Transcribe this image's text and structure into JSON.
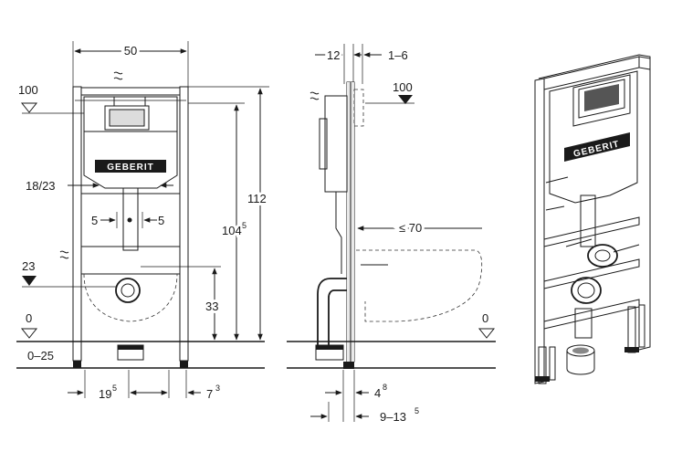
{
  "front_view": {
    "width": "50",
    "level_top": "100",
    "inner_spacing": "18/23",
    "offset_left": "5",
    "offset_right": "5",
    "height_total": "112",
    "height_frame": "104",
    "height_frame_sup": "5",
    "level_left_23": "23",
    "outlet_height": "33",
    "floor_zero": "0",
    "floor_range": "0–25",
    "foot_left": "19",
    "foot_left_sup": "5",
    "foot_right": "7",
    "foot_right_sup": "3",
    "logo": "GEBERIT"
  },
  "side_view": {
    "depth_top": "12",
    "adjust_range": "1–6",
    "level_top": "100",
    "bowl_projection": "≤ 70",
    "floor_zero": "0",
    "foot_depth": "4",
    "foot_depth_sup": "8",
    "wall_range": "9–13",
    "wall_range_sup": "5"
  },
  "iso_view": {
    "logo": "GEBERIT"
  }
}
